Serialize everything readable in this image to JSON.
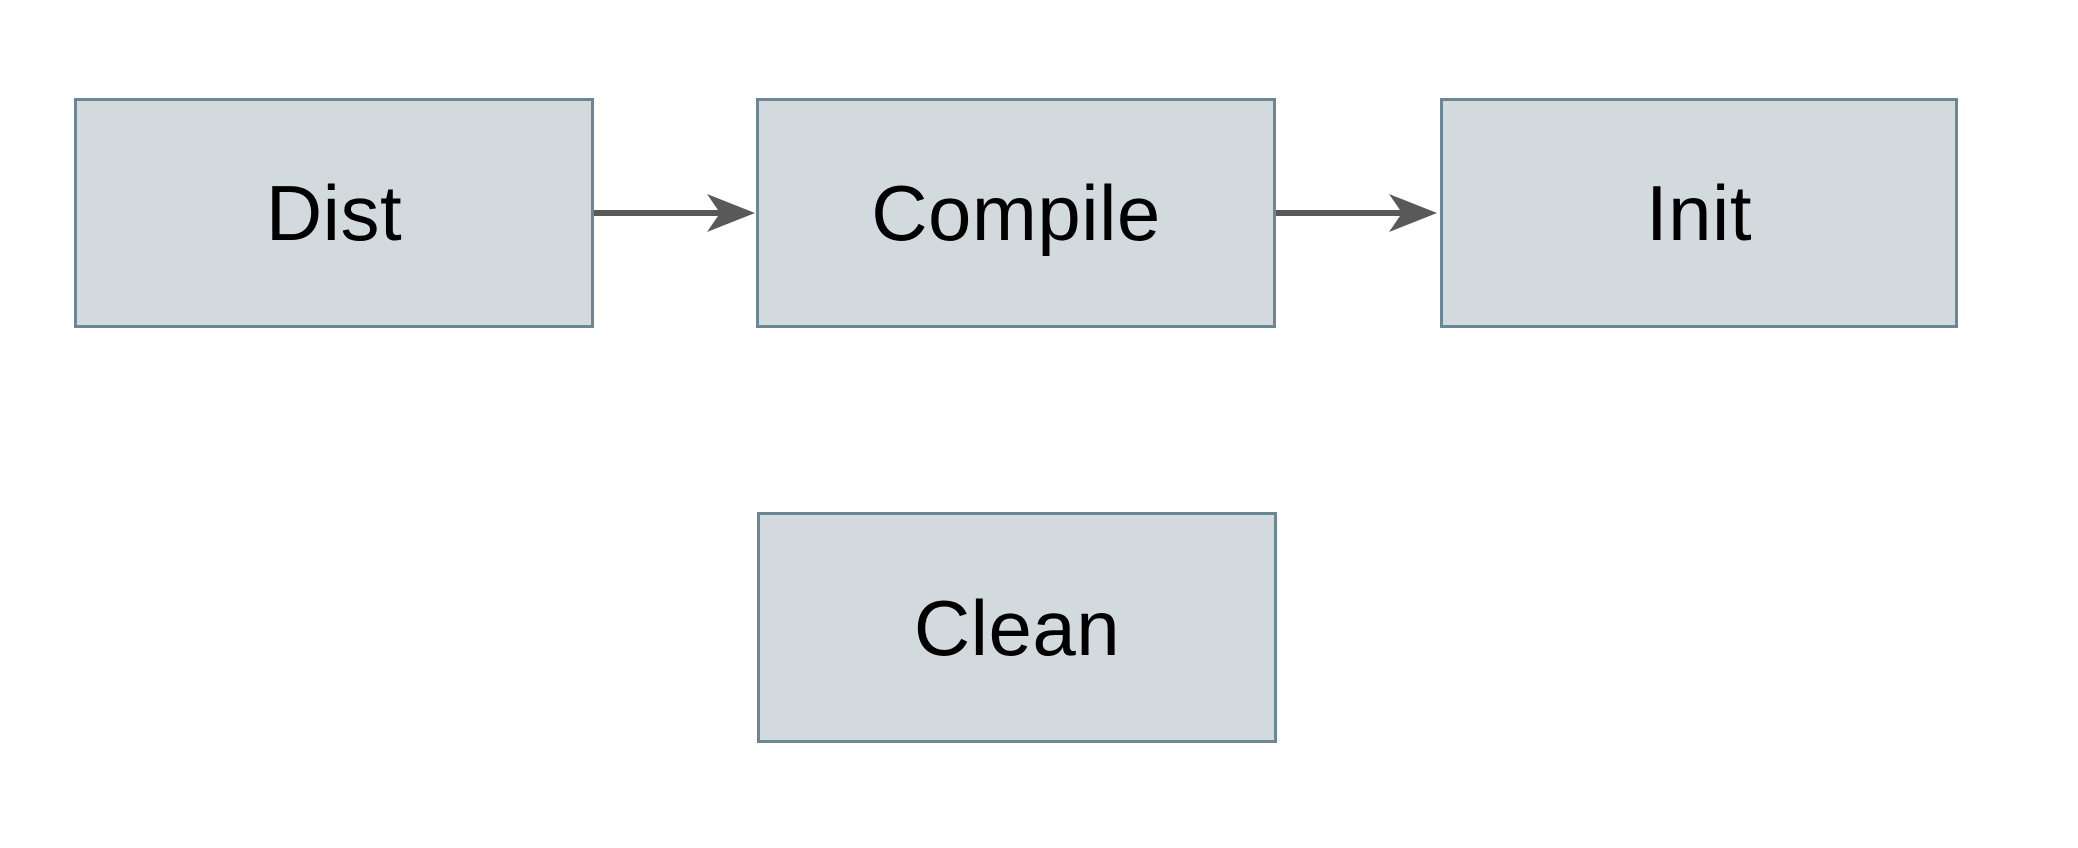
{
  "canvas": {
    "background": "#ffffff"
  },
  "diagram": {
    "type": "flowchart",
    "nodes": [
      {
        "id": "dist",
        "label": "Dist"
      },
      {
        "id": "compile",
        "label": "Compile"
      },
      {
        "id": "init",
        "label": "Init"
      },
      {
        "id": "clean",
        "label": "Clean"
      }
    ],
    "edges": [
      {
        "from": "Dist",
        "to": "Compile",
        "style": "solid-arrow"
      },
      {
        "from": "Compile",
        "to": "Init",
        "style": "solid-arrow"
      }
    ],
    "colors": {
      "node_fill": "#d3dade",
      "node_border": "#6b8695",
      "arrow": "#595959",
      "text": "#000000"
    }
  }
}
